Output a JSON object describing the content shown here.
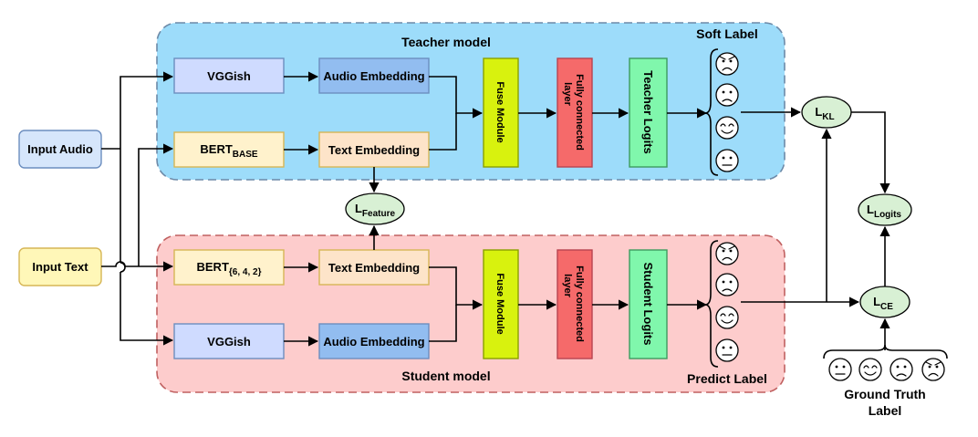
{
  "teacher": {
    "title": "Teacher model",
    "soft_label": "Soft Label",
    "vggish": "VGGish",
    "audio_embedding": "Audio Embedding",
    "bert_base": "BERT",
    "bert_base_sub": "BASE",
    "text_embedding": "Text Embedding",
    "fuse": "Fuse Module",
    "fc_line1": "Fully connected",
    "fc_line2": "layer",
    "logits": "Teacher Logits"
  },
  "student": {
    "title": "Student model",
    "predict_label": "Predict Label",
    "bert": "BERT",
    "bert_sub": "{6, 4, 2}",
    "text_embedding": "Text Embedding",
    "vggish": "VGGish",
    "audio_embedding": "Audio Embedding",
    "fuse": "Fuse Module",
    "fc_line1": "Fully connected",
    "fc_line2": "layer",
    "logits": "Student Logits"
  },
  "inputs": {
    "audio": "Input Audio",
    "text": "Input Text"
  },
  "losses": {
    "kl": "L",
    "kl_sub": "KL",
    "feature": "L",
    "feature_sub": "Feature",
    "logits": "L",
    "logits_sub": "Logits",
    "ce": "L",
    "ce_sub": "CE"
  },
  "ground_truth": {
    "line1": "Ground Truth",
    "line2": "Label"
  },
  "faces": {
    "soft": [
      "angry",
      "sad",
      "happy",
      "neutral"
    ],
    "predict": [
      "angry",
      "sad",
      "happy",
      "neutral"
    ],
    "ground_truth": [
      "neutral",
      "happy",
      "sad",
      "angry"
    ]
  },
  "colors": {
    "teacher_bg": "#9ddcfa",
    "student_bg": "#fdcccc",
    "vggish": "#cfdbff",
    "audio_embedding": "#92bdf0",
    "bert": "#fff2cc",
    "text_embedding": "#fde4c9",
    "fuse": "#d8f20e",
    "fc": "#f56a6a",
    "logits": "#80f7ac",
    "loss": "#d8f0d4",
    "input_audio": "#d6e6fb",
    "input_text": "#fff7b8"
  }
}
